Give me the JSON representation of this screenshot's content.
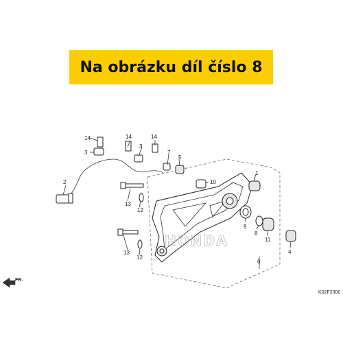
{
  "banner": {
    "text": "Na obrázku díl číslo 8",
    "bg": "#fccd05"
  },
  "watermark": "HONDA",
  "direction": "FR.",
  "diagram_code": "K02​F2300",
  "callouts": [
    "1",
    "2",
    "3",
    "3",
    "4",
    "5",
    "6",
    "7",
    "8",
    "9",
    "10",
    "11",
    "12",
    "12",
    "13",
    "13",
    "14",
    "14"
  ]
}
